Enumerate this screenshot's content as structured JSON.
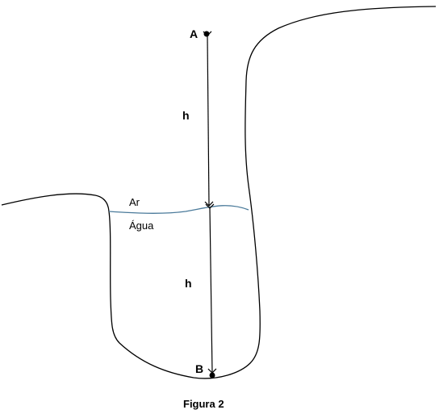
{
  "diagram": {
    "point_a_label": "A",
    "point_b_label": "B",
    "height_label_top": "h",
    "height_label_bottom": "h",
    "air_label": "Ar",
    "water_label": "Água",
    "caption": "Figura 2"
  },
  "colors": {
    "outline": "#000000",
    "water_surface": "#4a7a9a",
    "background": "#ffffff"
  }
}
